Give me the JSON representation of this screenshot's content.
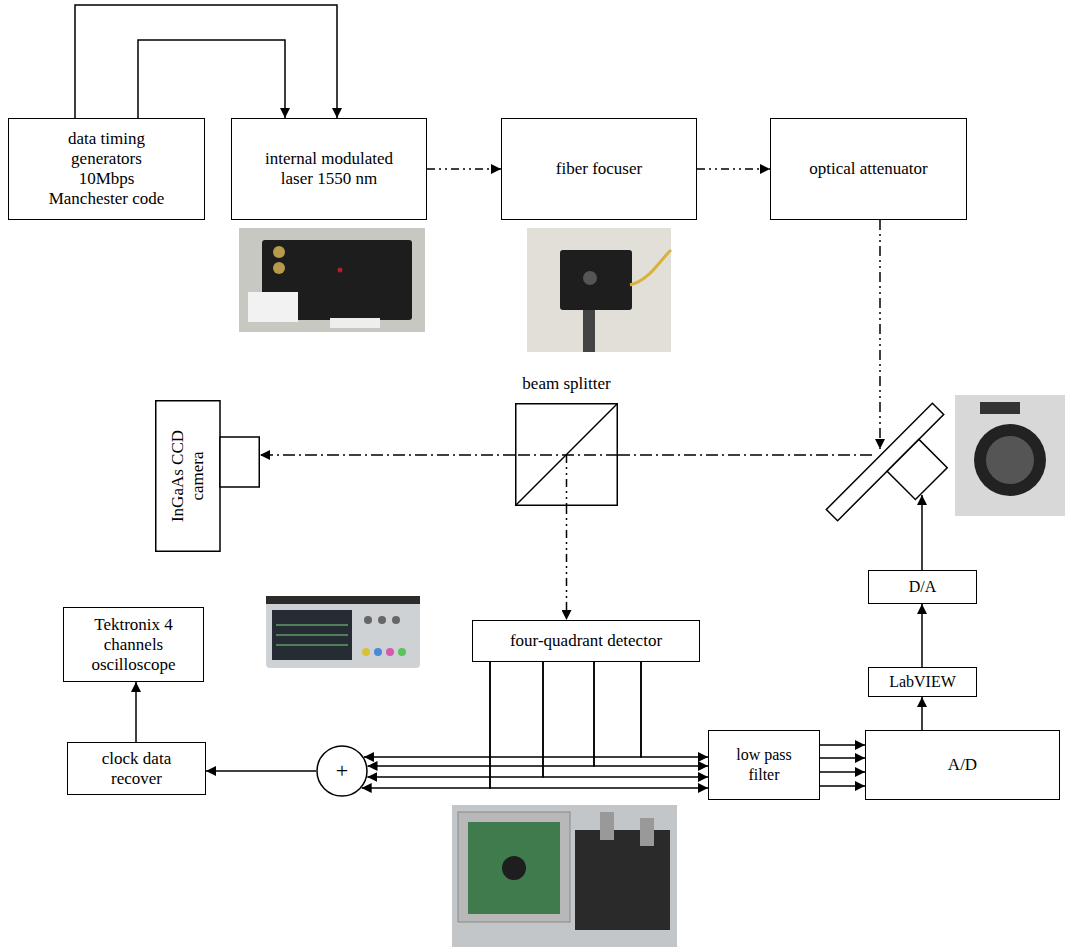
{
  "diagram": {
    "nodes": [
      {
        "text": [
          "data timing generators 10Mbps Manchester code"
        ]
      },
      {
        "text": [
          "internal modulated laser 1550 nm"
        ]
      },
      {
        "text": [
          "fiber focuser"
        ]
      },
      {
        "text": [
          "optical attenuator"
        ]
      },
      {
        "text": [
          "beam splitter"
        ]
      },
      {
        "text": [
          "InGaAs CCD camera"
        ]
      },
      {
        "text": [
          "four-quadrant detector"
        ]
      },
      {
        "text": [
          "Tektronix 4 channels oscilloscope"
        ]
      },
      {
        "text": [
          "clock data recover"
        ]
      },
      {
        "text": [
          "+"
        ]
      },
      {
        "text": [
          "low pass filter"
        ]
      },
      {
        "text": [
          "A/D"
        ]
      },
      {
        "text": [
          "LabVIEW"
        ]
      },
      {
        "text": [
          "D/A"
        ]
      }
    ],
    "edges": [
      {
        "from": 0,
        "to": 1,
        "arrow": "to"
      },
      {
        "from": 0,
        "to": 1,
        "arrow": "to"
      },
      {
        "from": 1,
        "to": 2,
        "arrow": "to"
      },
      {
        "from": 2,
        "to": 3,
        "arrow": "to"
      },
      {
        "from": 4,
        "to": 5,
        "arrow": "to"
      },
      {
        "from": 4,
        "to": 6,
        "arrow": "to"
      },
      {
        "from": 6,
        "to": 9,
        "arrow": "to"
      },
      {
        "from": 6,
        "to": 9,
        "arrow": "to"
      },
      {
        "from": 6,
        "to": 9,
        "arrow": "to"
      },
      {
        "from": 6,
        "to": 9,
        "arrow": "to"
      },
      {
        "from": 6,
        "to": 10,
        "arrow": "to"
      },
      {
        "from": 6,
        "to": 10,
        "arrow": "to"
      },
      {
        "from": 6,
        "to": 10,
        "arrow": "to"
      },
      {
        "from": 6,
        "to": 10,
        "arrow": "to"
      },
      {
        "from": 10,
        "to": 11,
        "arrow": "to"
      },
      {
        "from": 10,
        "to": 11,
        "arrow": "to"
      },
      {
        "from": 10,
        "to": 11,
        "arrow": "to"
      },
      {
        "from": 10,
        "to": 11,
        "arrow": "to"
      },
      {
        "from": 9,
        "to": 8,
        "arrow": "to"
      },
      {
        "from": 8,
        "to": 7,
        "arrow": "to"
      },
      {
        "from": 11,
        "to": 12,
        "arrow": "to"
      },
      {
        "from": 12,
        "to": 13,
        "arrow": "to"
      }
    ]
  }
}
